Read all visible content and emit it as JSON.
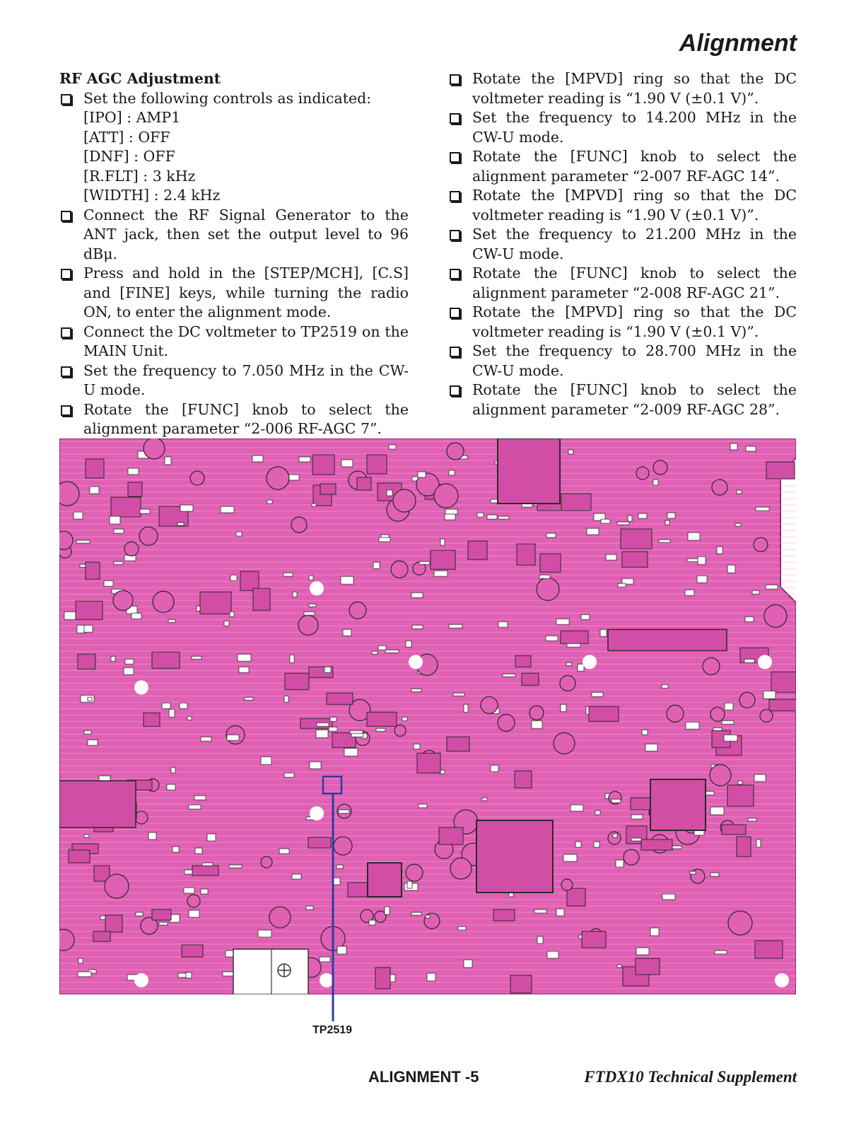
{
  "header": {
    "title": "Alignment"
  },
  "left_column": {
    "section_title": "RF AGC Adjustment",
    "intro": "Set the following controls as indicated:",
    "settings": [
      "[IPO] : AMP1",
      "[ATT] : OFF",
      "[DNF] : OFF",
      "[R.FLT] : 3 kHz",
      "[WIDTH] : 2.4 kHz"
    ],
    "steps": [
      "Connect the RF Signal Generator to the ANT jack, then set the output level to 96 dBμ.",
      "Press and hold in the [STEP/MCH], [C.S] and [FINE] keys, while turning the radio ON, to enter the alignment mode.",
      "Connect the DC voltmeter to TP2519 on the MAIN Unit.",
      "Set the frequency to 7.050 MHz in the CW-U mode.",
      "Rotate the [FUNC] knob to select the alignment parameter “2-006 RF-AGC 7”."
    ]
  },
  "right_column": {
    "steps": [
      "Rotate the [MPVD] ring so that the DC voltmeter reading is “1.90 V (±0.1 V)”.",
      "Set the frequency to 14.200 MHz in the CW-U mode.",
      "Rotate the [FUNC] knob to select the alignment parameter “2-007 RF-AGC 14”.",
      "Rotate the [MPVD] ring so that the DC voltmeter reading is “1.90 V (±0.1 V)”.",
      "Set the frequency to 21.200 MHz in the CW-U mode.",
      "Rotate the [FUNC] knob to select the alignment parameter “2-008 RF-AGC 21”.",
      "Rotate the [MPVD] ring so that the DC voltmeter reading is “1.90 V (±0.1 V)”.",
      "Set the frequency to 28.700 MHz in the CW-U mode.",
      "Rotate the [FUNC] knob to select the alignment parameter “2-009 RF-AGC 28”."
    ]
  },
  "board": {
    "testpoint_label": "TP2519",
    "board_color": "#e060b4",
    "callout_color": "#2a3f9a"
  },
  "footer": {
    "section": "ALIGNMENT -5",
    "document": "FTDX10 Technical Supplement"
  }
}
